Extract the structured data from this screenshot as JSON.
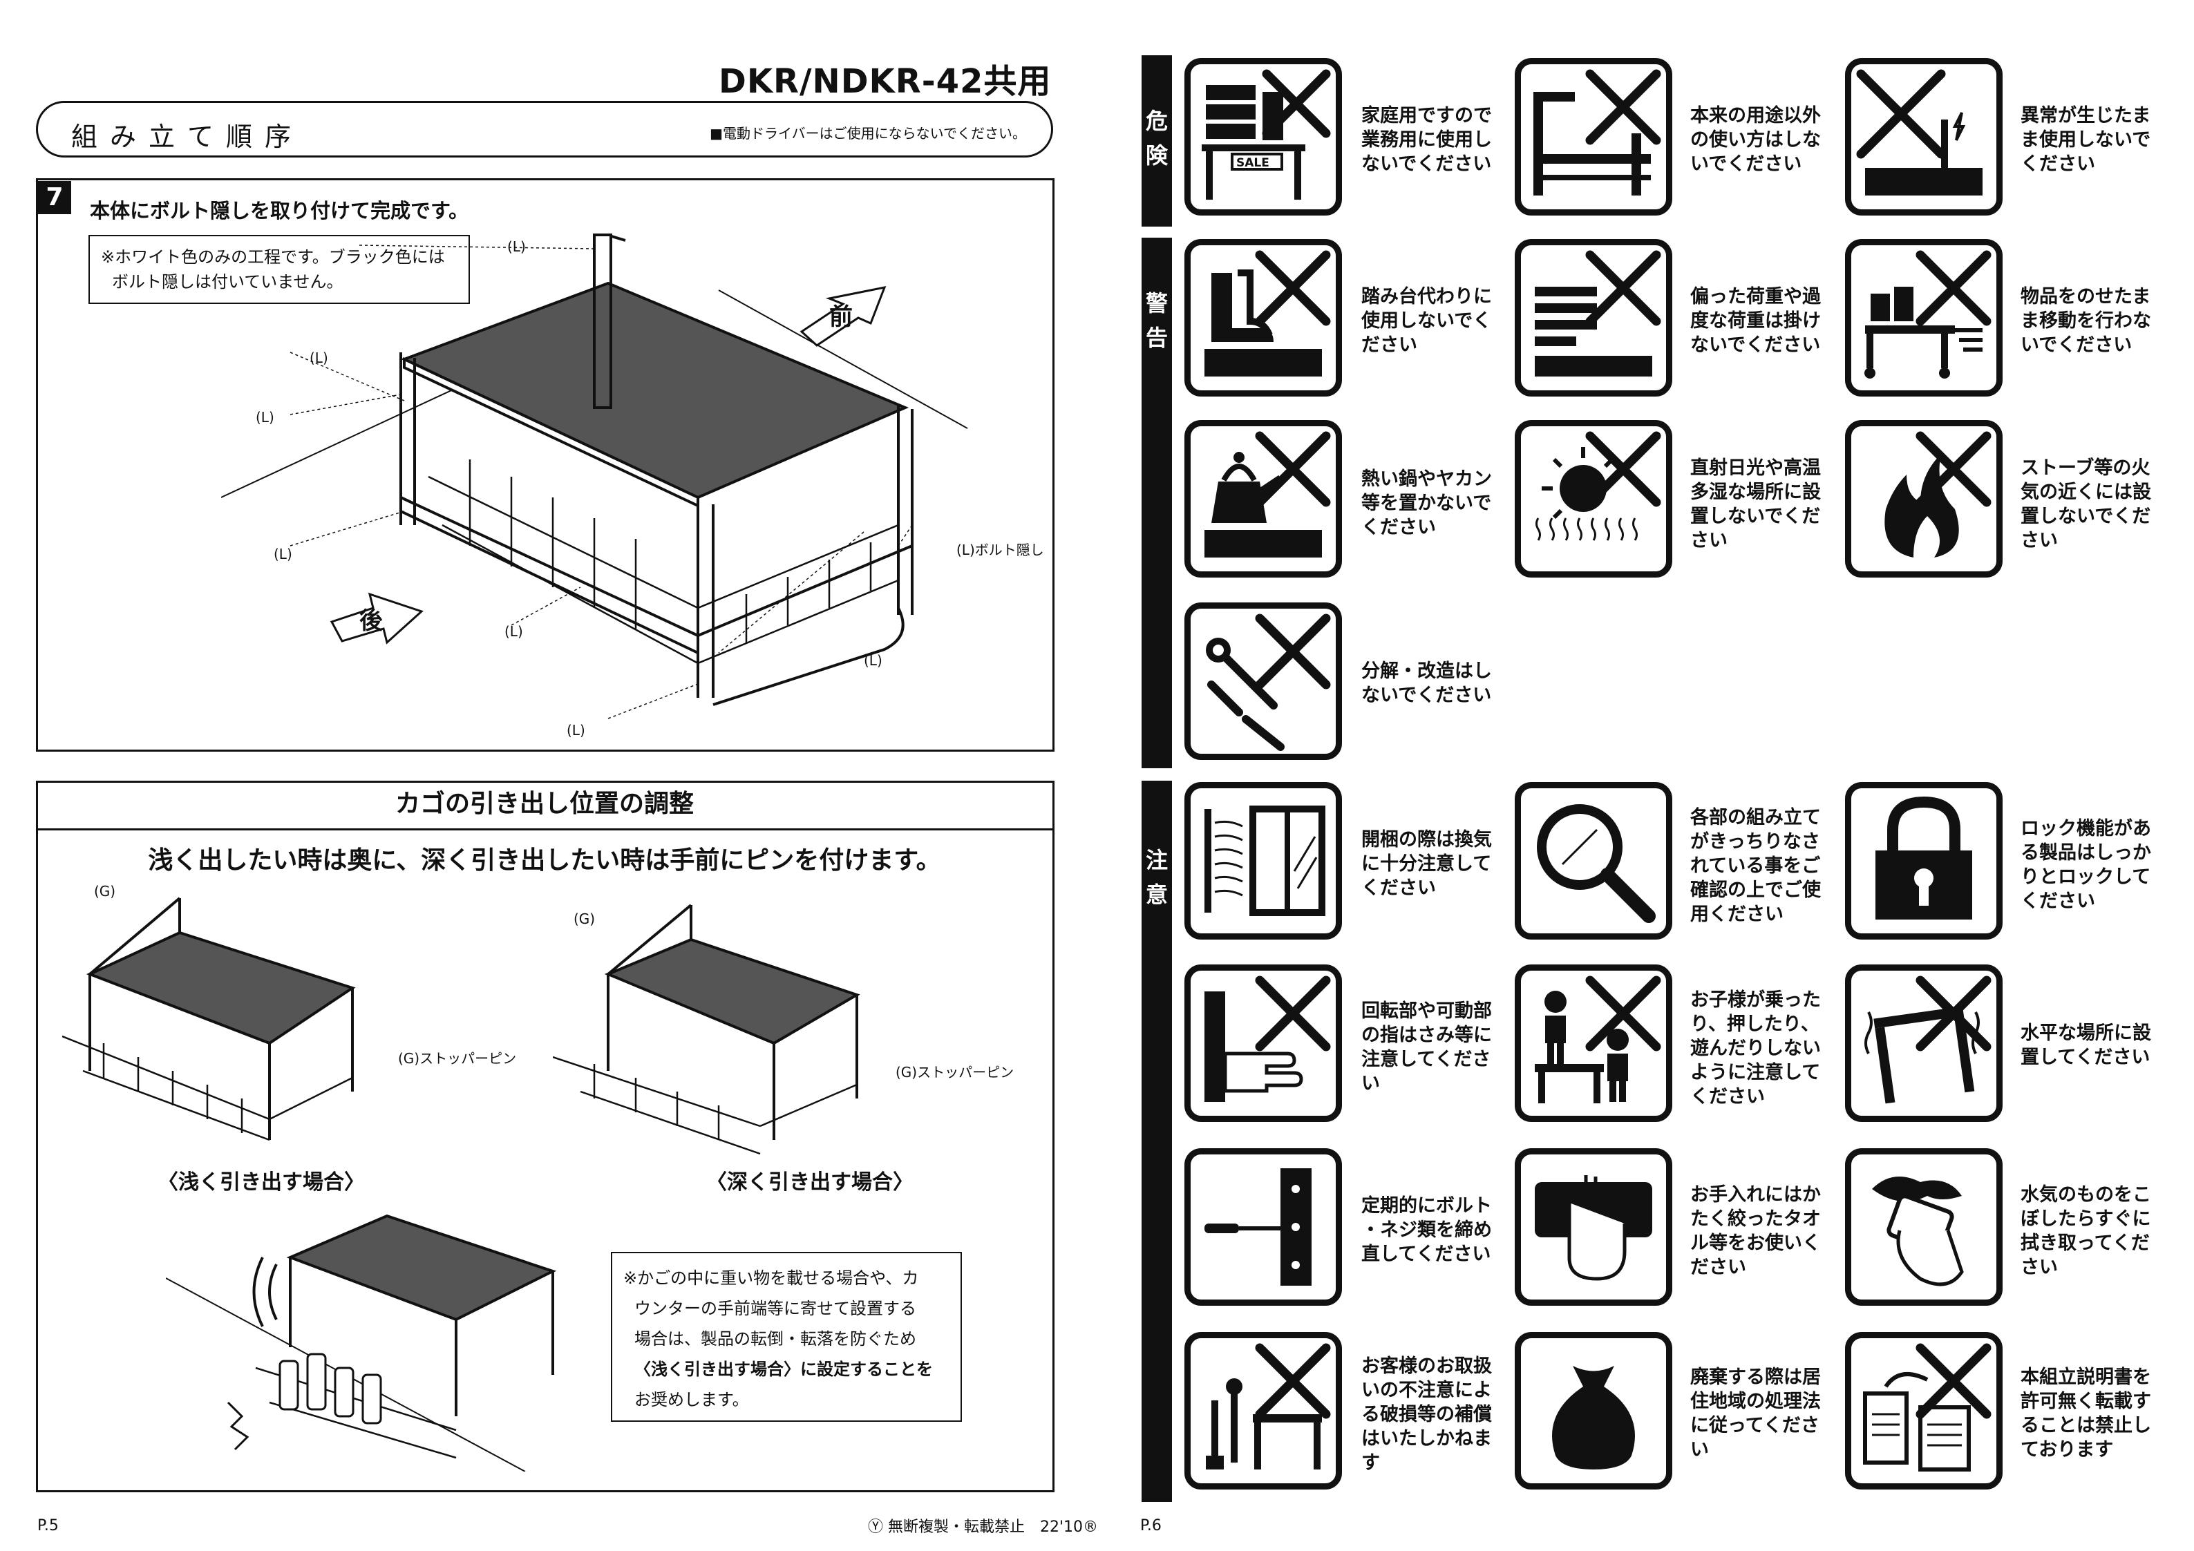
{
  "header": {
    "model": "DKR/NDKR-42共用",
    "section_title": "組み立て順序",
    "driver_note": "■電動ドライバーはご使用にならないでください。"
  },
  "step7": {
    "number": "7",
    "text": "本体にボルト隠しを取り付けて完成です。",
    "note_line1": "※ホワイト色のみの工程です。ブラック色には",
    "note_line2": "ボルト隠しは付いていません。",
    "label_L": "(L)",
    "label_L_bolt": "(L)ボルト隠し",
    "front": "前",
    "back": "後"
  },
  "adjust": {
    "title": "カゴの引き出し位置の調整",
    "subtitle": "浅く出したい時は奥に、深く引き出したい時は手前にピンを付けます。",
    "label_G": "(G)",
    "label_G_pin": "(G)ストッパーピン",
    "shallow_caption": "〈浅く引き出す場合〉",
    "deep_caption": "〈深く引き出す場合〉",
    "note_lines": [
      "※かごの中に重い物を載せる場合や、カ",
      "ウンターの手前端等に寄せて設置する",
      "場合は、製品の転倒・転落を防ぐため",
      "〈浅く引き出す場合〉に設定することを",
      "お奨めします。"
    ]
  },
  "footer": {
    "page_left": "P.5",
    "copyright": "Ⓨ 無断複製・転載禁止　22'10®",
    "page_right": "P.6"
  },
  "categories": {
    "danger": [
      "危",
      "険"
    ],
    "warning": [
      "警",
      "告"
    ],
    "caution": [
      "注",
      "意"
    ]
  },
  "icon_sale": "SALE",
  "warnings": [
    {
      "icon": "store-shelf-icon",
      "text": [
        "家庭用ですので",
        "業務用に使用し",
        "ないでください"
      ]
    },
    {
      "icon": "misuse-frame-icon",
      "text": [
        "本来の用途以外",
        "の使い方はしな",
        "いでください"
      ]
    },
    {
      "icon": "abnormal-icon",
      "text": [
        "異常が生じたま",
        "ま使用しないで",
        "ください"
      ]
    },
    {
      "icon": "step-stool-icon",
      "text": [
        "踏み台代わりに",
        "使用しないでく",
        "ださい"
      ]
    },
    {
      "icon": "overload-icon",
      "text": [
        "偏った荷重や過",
        "度な荷重は掛け",
        "ないでください"
      ]
    },
    {
      "icon": "moving-load-icon",
      "text": [
        "物品をのせたま",
        "ま移動を行わな",
        "いでください"
      ]
    },
    {
      "icon": "hot-kettle-icon",
      "text": [
        "熱い鍋やヤカン",
        "等を置かないで",
        "ください"
      ]
    },
    {
      "icon": "sun-humidity-icon",
      "text": [
        "直射日光や高温",
        "多湿な場所に設",
        "置しないでくだ",
        "さい"
      ]
    },
    {
      "icon": "fire-icon",
      "text": [
        "ストーブ等の火",
        "気の近くには設",
        "置しないでくだ",
        "さい"
      ]
    },
    {
      "icon": "disassemble-icon",
      "text": [
        "分解・改造はし",
        "ないでください"
      ]
    },
    {
      "icon": "ventilation-icon",
      "text": [
        "開梱の際は換気",
        "に十分注意して",
        "ください"
      ]
    },
    {
      "icon": "magnifier-icon",
      "text": [
        "各部の組み立て",
        "がきっちりなさ",
        "れている事をご",
        "確認の上でご使",
        "用ください"
      ]
    },
    {
      "icon": "lock-icon",
      "text": [
        "ロック機能があ",
        "る製品はしっか",
        "りとロックして",
        "ください"
      ]
    },
    {
      "icon": "finger-pinch-icon",
      "text": [
        "回転部や可動部",
        "の指はさみ等に",
        "注意してくださ",
        "い"
      ]
    },
    {
      "icon": "child-icon",
      "text": [
        "お子様が乗った",
        "り、押したり、",
        "遊んだりしない",
        "ように注意して",
        "ください"
      ]
    },
    {
      "icon": "level-place-icon",
      "text": [
        "水平な場所に設",
        "置してください"
      ]
    },
    {
      "icon": "screwdriver-bolt-icon",
      "text": [
        "定期的にボルト",
        "・ネジ類を締め",
        "直してください"
      ]
    },
    {
      "icon": "wipe-hand-icon",
      "text": [
        "お手入れにはか",
        "たく絞ったタオ",
        "ル等をお使いく",
        "ださい"
      ]
    },
    {
      "icon": "water-wipe-icon",
      "text": [
        "水気のものをこ",
        "ぼしたらすぐに",
        "拭き取ってくだ",
        "さい"
      ]
    },
    {
      "icon": "tools-damage-icon",
      "text": [
        "お客様のお取扱",
        "いの不注意によ",
        "る破損等の補償",
        "はいたしかねま",
        "す"
      ]
    },
    {
      "icon": "garbage-bag-icon",
      "text": [
        "廃棄する際は居",
        "住地域の処理法",
        "に従ってくださ",
        "い"
      ]
    },
    {
      "icon": "copy-prohibited-icon",
      "text": [
        "本組立説明書を",
        "許可無く転載す",
        "ることは禁止し",
        "ております"
      ]
    }
  ]
}
